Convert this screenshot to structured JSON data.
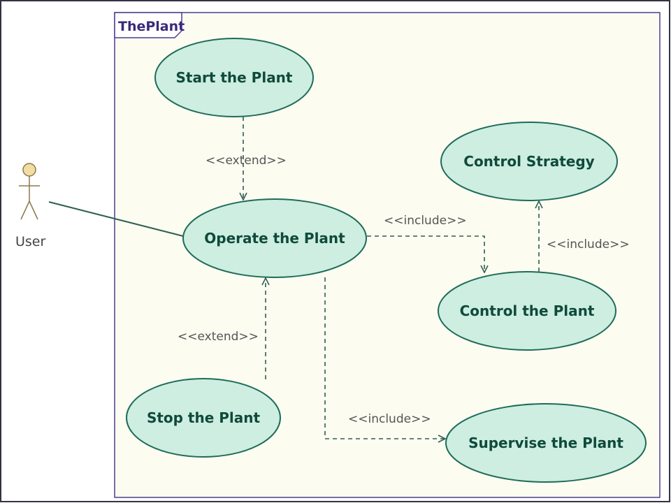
{
  "system": {
    "name": "ThePlant"
  },
  "actor": {
    "name": "User"
  },
  "use_cases": {
    "start": "Start the Plant",
    "operate": "Operate the Plant",
    "stop": "Stop the Plant",
    "control_strategy": "Control Strategy",
    "control": "Control the Plant",
    "supervise": "Supervise the Plant"
  },
  "relations": {
    "start_extend": "<<extend>>",
    "stop_extend": "<<extend>>",
    "operate_include_control": "<<include>>",
    "control_include_strategy": "<<include>>",
    "operate_include_supervise": "<<include>>"
  },
  "colors": {
    "use_case_fill": "#cdeee0",
    "use_case_stroke": "#1f6b5a",
    "system_fill": "#fcfcf1",
    "system_border": "#4b3f8f",
    "outer_border": "#333344",
    "actor_head": "#f3dca2"
  }
}
